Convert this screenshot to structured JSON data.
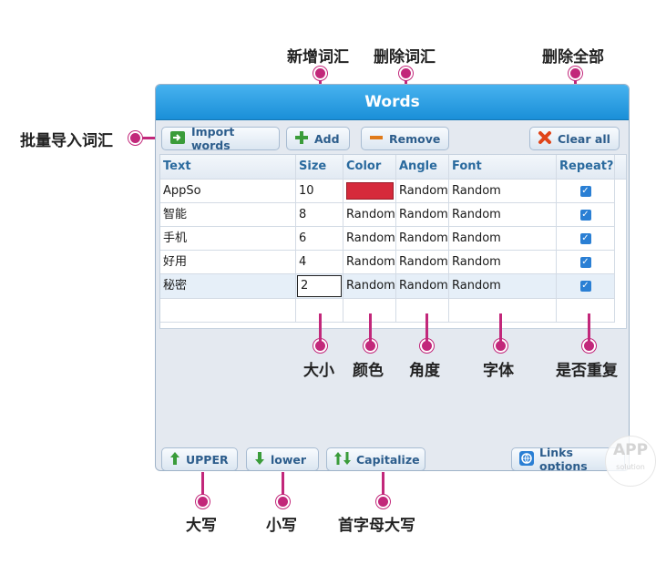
{
  "window": {
    "title": "Words"
  },
  "toolbar": {
    "import_label": "Import words",
    "add_label": "Add",
    "remove_label": "Remove",
    "clear_label": "Clear all"
  },
  "table": {
    "headers": [
      "Text",
      "Size",
      "Color",
      "Angle",
      "Font",
      "Repeat?"
    ],
    "rows": [
      {
        "text": "AppSo",
        "size": "10",
        "color": "#d62a3b",
        "angle": "Random",
        "font": "Random",
        "repeat": true
      },
      {
        "text": "智能",
        "size": "8",
        "color": "Random",
        "angle": "Random",
        "font": "Random",
        "repeat": true
      },
      {
        "text": "手机",
        "size": "6",
        "color": "Random",
        "angle": "Random",
        "font": "Random",
        "repeat": true
      },
      {
        "text": "好用",
        "size": "4",
        "color": "Random",
        "angle": "Random",
        "font": "Random",
        "repeat": true
      },
      {
        "text": "秘密",
        "size": "2",
        "color": "Random",
        "angle": "Random",
        "font": "Random",
        "repeat": true
      }
    ]
  },
  "bottombar": {
    "upper_label": "UPPER",
    "lower_label": "lower",
    "capitalize_label": "Capitalize",
    "links_label": "Links options"
  },
  "annotations": {
    "add": "新增词汇",
    "remove": "删除词汇",
    "clear": "删除全部",
    "import": "批量导入词汇",
    "size": "大小",
    "color": "颜色",
    "angle": "角度",
    "font": "字体",
    "repeat": "是否重复",
    "upper": "大写",
    "lower": "小写",
    "capitalize": "首字母大写"
  },
  "watermark": {
    "main": "APP",
    "sub": "solution"
  },
  "colors": {
    "accent": "#1a8fd8",
    "annotation": "#c2277a",
    "swatch": "#d62a3b"
  }
}
